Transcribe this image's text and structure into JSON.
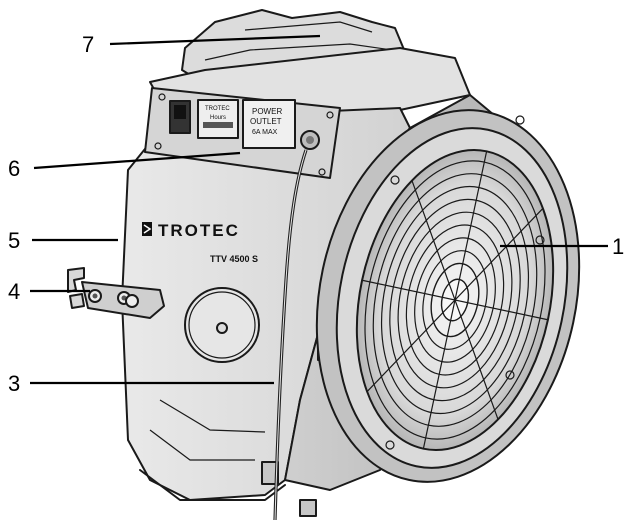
{
  "figure": {
    "brand_main": "TROTEC",
    "model": "TTV 4500 S",
    "panel": {
      "counter_brand": "TROTEC",
      "counter_label": "Hours",
      "outlet_line1": "POWER",
      "outlet_line2": "OUTLET",
      "outlet_line3": "6A MAX"
    }
  },
  "callouts": [
    {
      "id": "1",
      "label": "1"
    },
    {
      "id": "2",
      "label": "3"
    },
    {
      "id": "3",
      "label": "4"
    },
    {
      "id": "4",
      "label": "5"
    },
    {
      "id": "5",
      "label": "6"
    },
    {
      "id": "6",
      "label": "7"
    }
  ],
  "colors": {
    "body_light": "#ebebeb",
    "body_mid": "#cfcfcf",
    "body_dark": "#9a9a9a",
    "outline": "#1a1a1a"
  }
}
